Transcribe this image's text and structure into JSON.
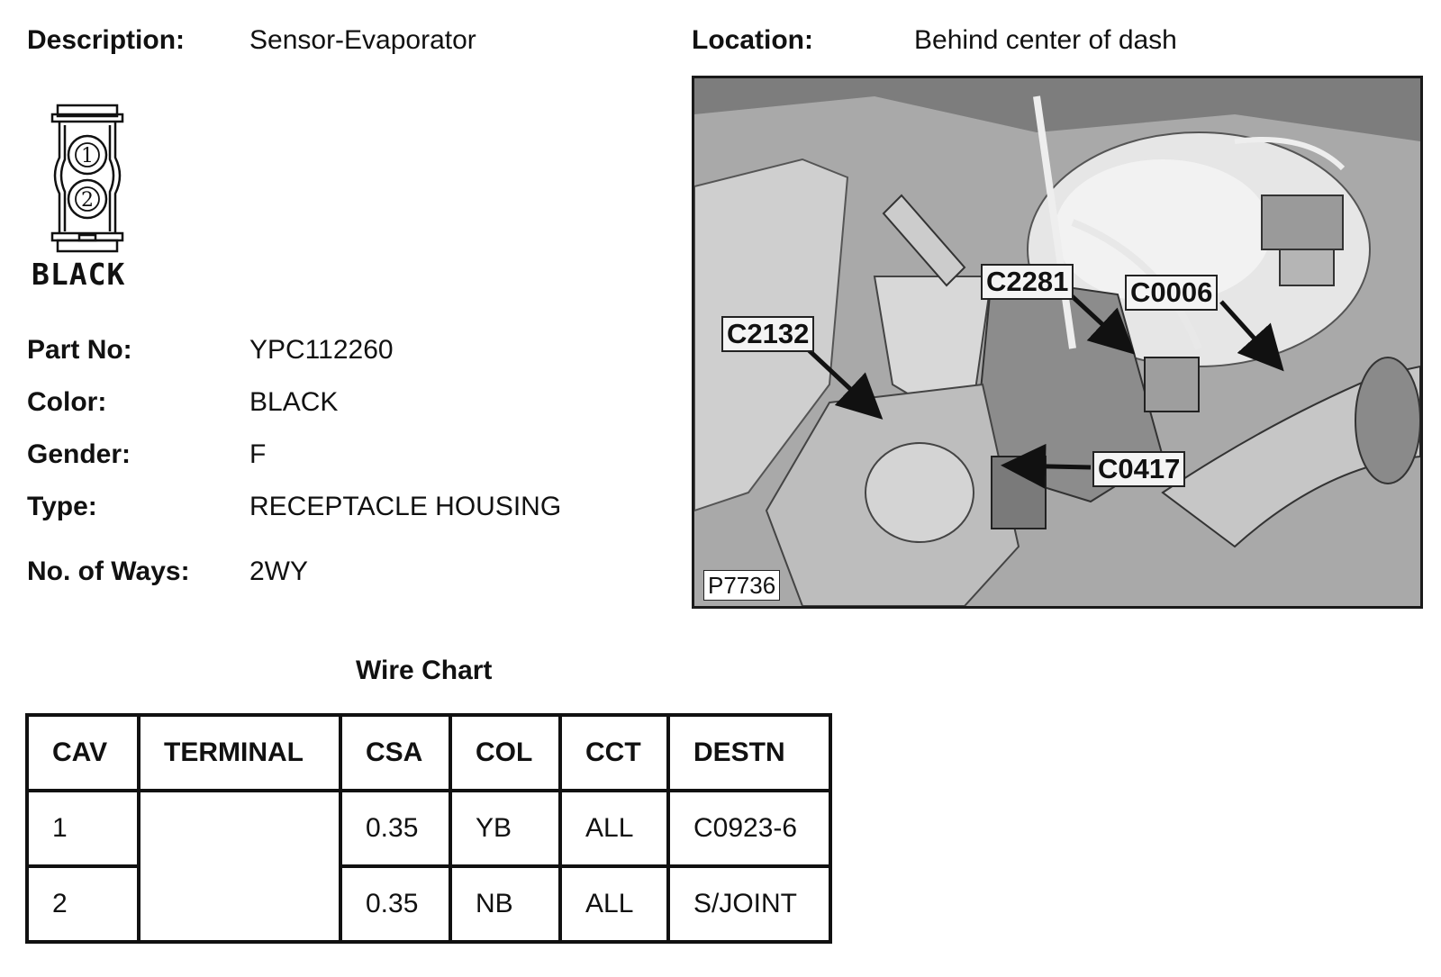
{
  "description": {
    "label": "Description:",
    "value": "Sensor-Evaporator"
  },
  "location": {
    "label": "Location:",
    "value": "Behind center of dash"
  },
  "connector": {
    "cavity_1": "1",
    "cavity_2": "2",
    "color_text": "BLACK"
  },
  "details": {
    "part_no": {
      "label": "Part No:",
      "value": "YPC112260"
    },
    "color": {
      "label": "Color:",
      "value": "BLACK"
    },
    "gender": {
      "label": "Gender:",
      "value": "F"
    },
    "type": {
      "label": "Type:",
      "value": "RECEPTACLE HOUSING"
    },
    "ways": {
      "label": "No. of Ways:",
      "value": "2WY"
    }
  },
  "photo": {
    "callouts": [
      "C2281",
      "C0006",
      "C2132",
      "C0417"
    ],
    "photo_id": "P7736"
  },
  "wire_chart": {
    "title": "Wire Chart",
    "headers": [
      "CAV",
      "TERMINAL",
      "CSA",
      "COL",
      "CCT",
      "DESTN"
    ],
    "rows": [
      {
        "cav": "1",
        "terminal": "",
        "csa": "0.35",
        "col": "YB",
        "cct": "ALL",
        "destn": "C0923-6"
      },
      {
        "cav": "2",
        "terminal": "",
        "csa": "0.35",
        "col": "NB",
        "cct": "ALL",
        "destn": "S/JOINT"
      }
    ]
  }
}
